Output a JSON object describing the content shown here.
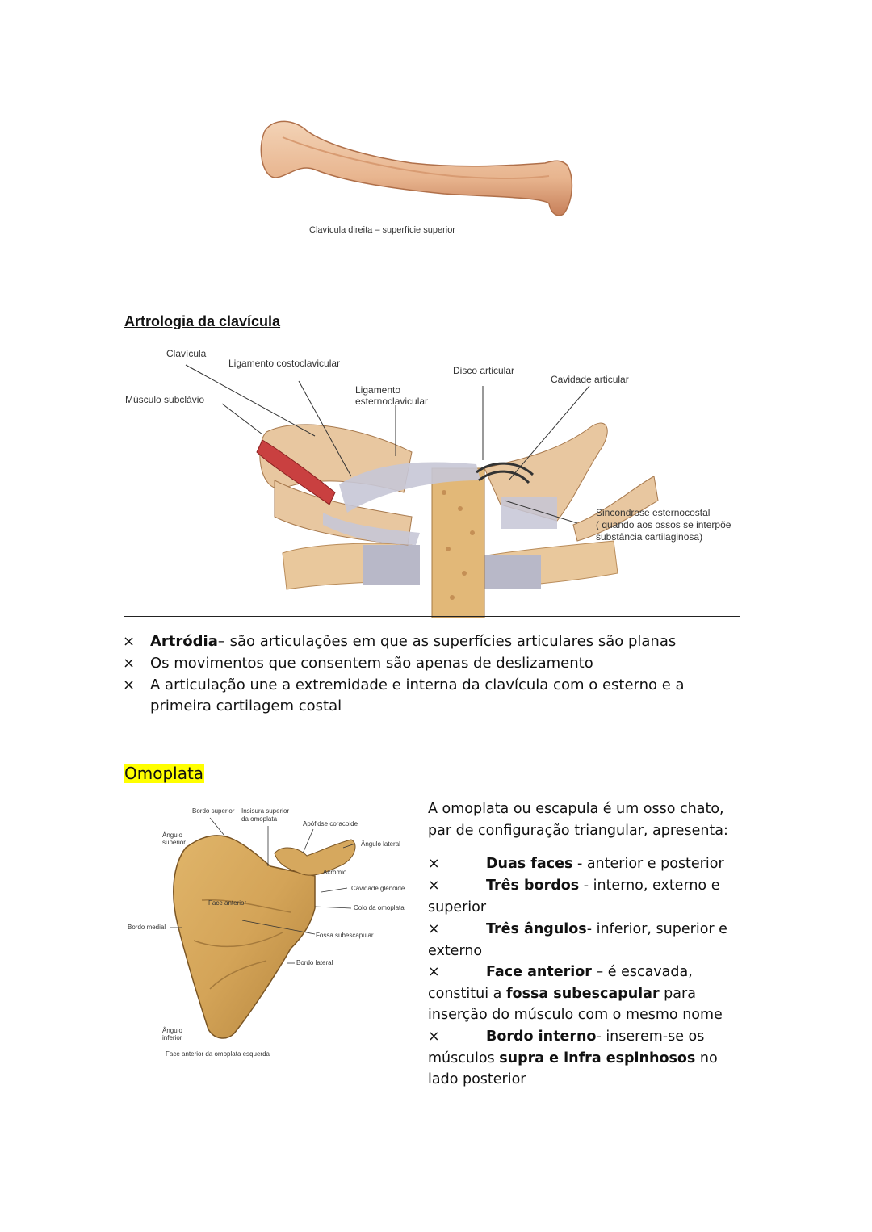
{
  "clavicle": {
    "caption": "Clavícula direita – superfície superior"
  },
  "artrologia": {
    "title": "Artrologia da clavícula",
    "labels": {
      "clavicula": "Clavícula",
      "costoclavicular": "Ligamento costoclavicular",
      "ligamento": "Ligamento",
      "esternoclavicular": "esternoclavicular",
      "disco": "Disco articular",
      "cavidade": "Cavidade articular",
      "subclavio": "Músculo subclávio",
      "sincondrose1": "Sincondrose esternocostal",
      "sincondrose2": "( quando aos ossos se interpõe",
      "sincondrose3": "substância cartilaginosa)"
    },
    "bullets": [
      {
        "mark": "×",
        "bold": "Artródia",
        "text": "– são articulações em que as superfícies articulares são planas"
      },
      {
        "mark": "×",
        "bold": "",
        "text": "Os movimentos que consentem são apenas de deslizamento"
      },
      {
        "mark": "×",
        "bold": "",
        "text": "A articulação une a extremidade e interna da clavícula com o esterno e a primeira cartilagem costal"
      }
    ]
  },
  "omoplata": {
    "title": "Omoplata",
    "figure_labels": {
      "bordo_superior": "Bordo superior",
      "insisura1": "Insisura superior",
      "insisura2": "da omoplata",
      "apofise": "Apófidse coracoide",
      "angulo_sup1": "Ângulo",
      "angulo_sup2": "superior",
      "angulo_lateral": "Ângulo lateral",
      "acromio": "Acrómio",
      "face_anterior": "Face anterior",
      "cavidade_glenoide": "Cavidade glenoide",
      "colo": "Colo da omoplata",
      "bordo_medial": "Bordo medial",
      "fossa": "Fossa subescapular",
      "bordo_lateral": "Bordo lateral",
      "angulo_inf1": "Ângulo",
      "angulo_inf2": "inferior",
      "caption": "Face anterior da omoplata esquerda"
    },
    "intro": "A omoplata ou escapula é um osso chato, par de configuração triangular, apresenta:",
    "items": [
      {
        "mark": "×",
        "bold": "Duas faces",
        "text": " - anterior e posterior"
      },
      {
        "mark": "×",
        "bold": "Três bordos",
        "text": " - interno, externo e superior"
      },
      {
        "mark": "×",
        "bold": "Três ângulos",
        "text": "- inferior, superior e externo"
      },
      {
        "mark": "×",
        "bold": "Face anterior",
        "text": " – é escavada, constitui a ",
        "bold2": "fossa subescapular",
        "text2": " para inserção do músculo com o mesmo nome"
      },
      {
        "mark": "×",
        "bold": "Bordo interno",
        "text": "- inserem-se os músculos ",
        "bold2": "supra e infra espinhosos",
        "text2": " no lado posterior"
      }
    ]
  }
}
